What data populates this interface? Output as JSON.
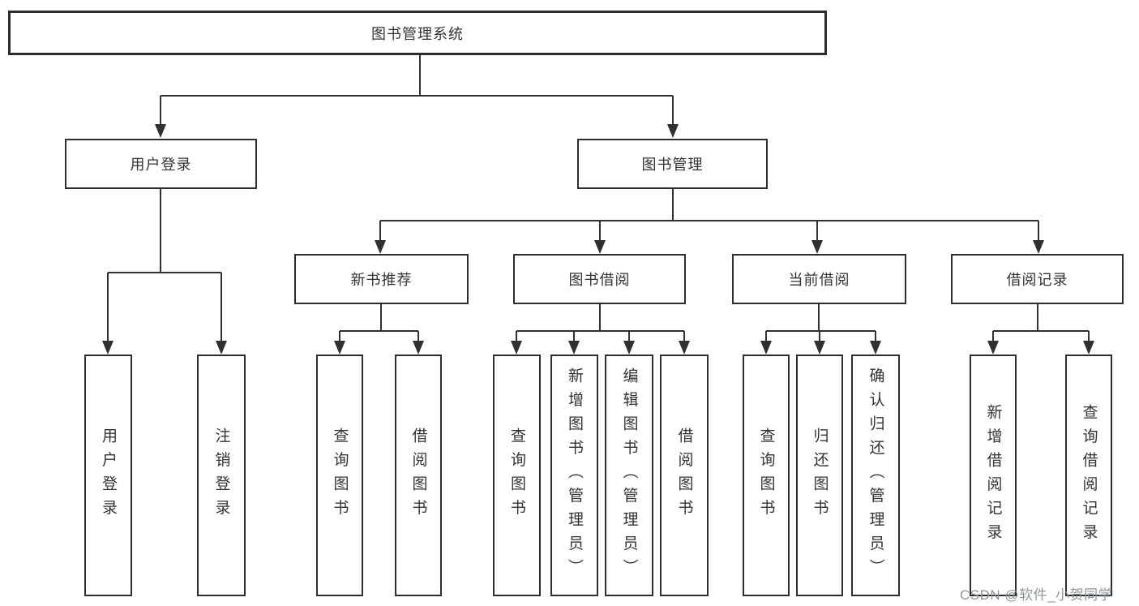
{
  "diagram": {
    "root": {
      "label": "图书管理系统"
    },
    "user_login": {
      "label": "用户登录",
      "children": [
        {
          "label": "用户登录"
        },
        {
          "label": "注销登录"
        }
      ]
    },
    "book_mgmt": {
      "label": "图书管理",
      "sections": [
        {
          "label": "新书推荐",
          "children": [
            {
              "label": "查询图书"
            },
            {
              "label": "借阅图书"
            }
          ]
        },
        {
          "label": "图书借阅",
          "children": [
            {
              "label": "查询图书"
            },
            {
              "label": "新增图书（管理员）"
            },
            {
              "label": "编辑图书（管理员）"
            },
            {
              "label": "借阅图书"
            }
          ]
        },
        {
          "label": "当前借阅",
          "children": [
            {
              "label": "查询图书"
            },
            {
              "label": "归还图书"
            },
            {
              "label": "确认归还（管理员）"
            }
          ]
        },
        {
          "label": "借阅记录",
          "children": [
            {
              "label": "新增借阅记录"
            },
            {
              "label": "查询借阅记录"
            }
          ]
        }
      ]
    },
    "colors": {
      "line": "#303030",
      "border": "#2d2d2d",
      "text": "#333333"
    }
  },
  "watermark": {
    "text": "CSDN @软件_小贺同学",
    "color": "#8e959b"
  }
}
